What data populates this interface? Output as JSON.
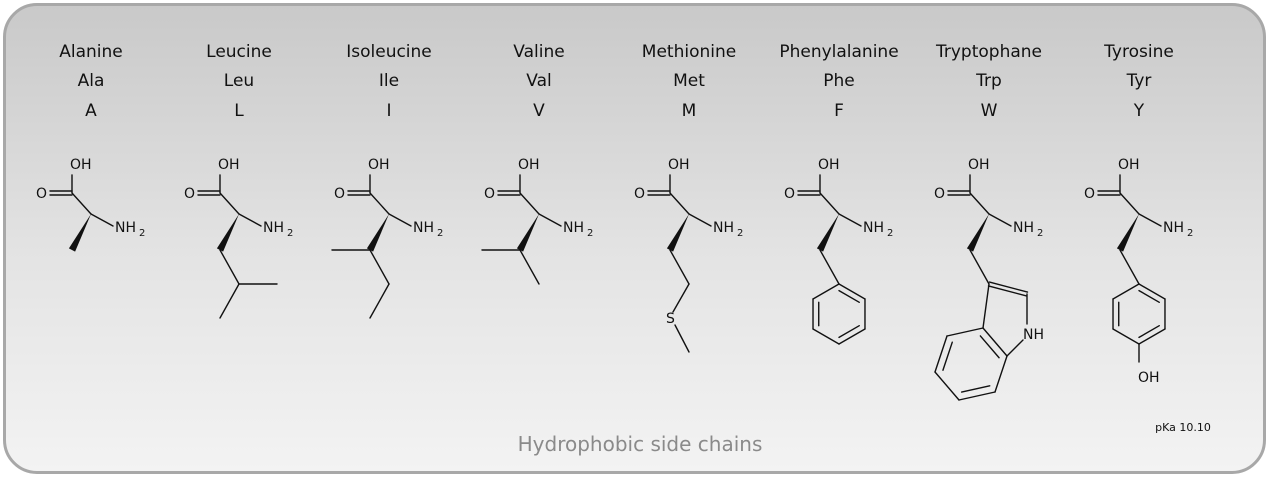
{
  "caption": "Hydrophobic side chains",
  "amino_acids": [
    {
      "name": "Alanine",
      "three": "Ala",
      "one": "A"
    },
    {
      "name": "Leucine",
      "three": "Leu",
      "one": "L"
    },
    {
      "name": "Isoleucine",
      "three": "Ile",
      "one": "I"
    },
    {
      "name": "Valine",
      "three": "Val",
      "one": "V"
    },
    {
      "name": "Methionine",
      "three": "Met",
      "one": "M"
    },
    {
      "name": "Phenylalanine",
      "three": "Phe",
      "one": "F"
    },
    {
      "name": "Tryptophane",
      "three": "Trp",
      "one": "W"
    },
    {
      "name": "Tyrosine",
      "three": "Tyr",
      "one": "Y"
    }
  ],
  "atoms": {
    "hydroxyl": "OH",
    "carbonyl_o": "O",
    "amine": "NH",
    "amine_sub": "2",
    "sulfur": "S",
    "indole_nh": "NH",
    "phenol_oh": "OH"
  },
  "tyrosine_pka": "pKa 10.10"
}
